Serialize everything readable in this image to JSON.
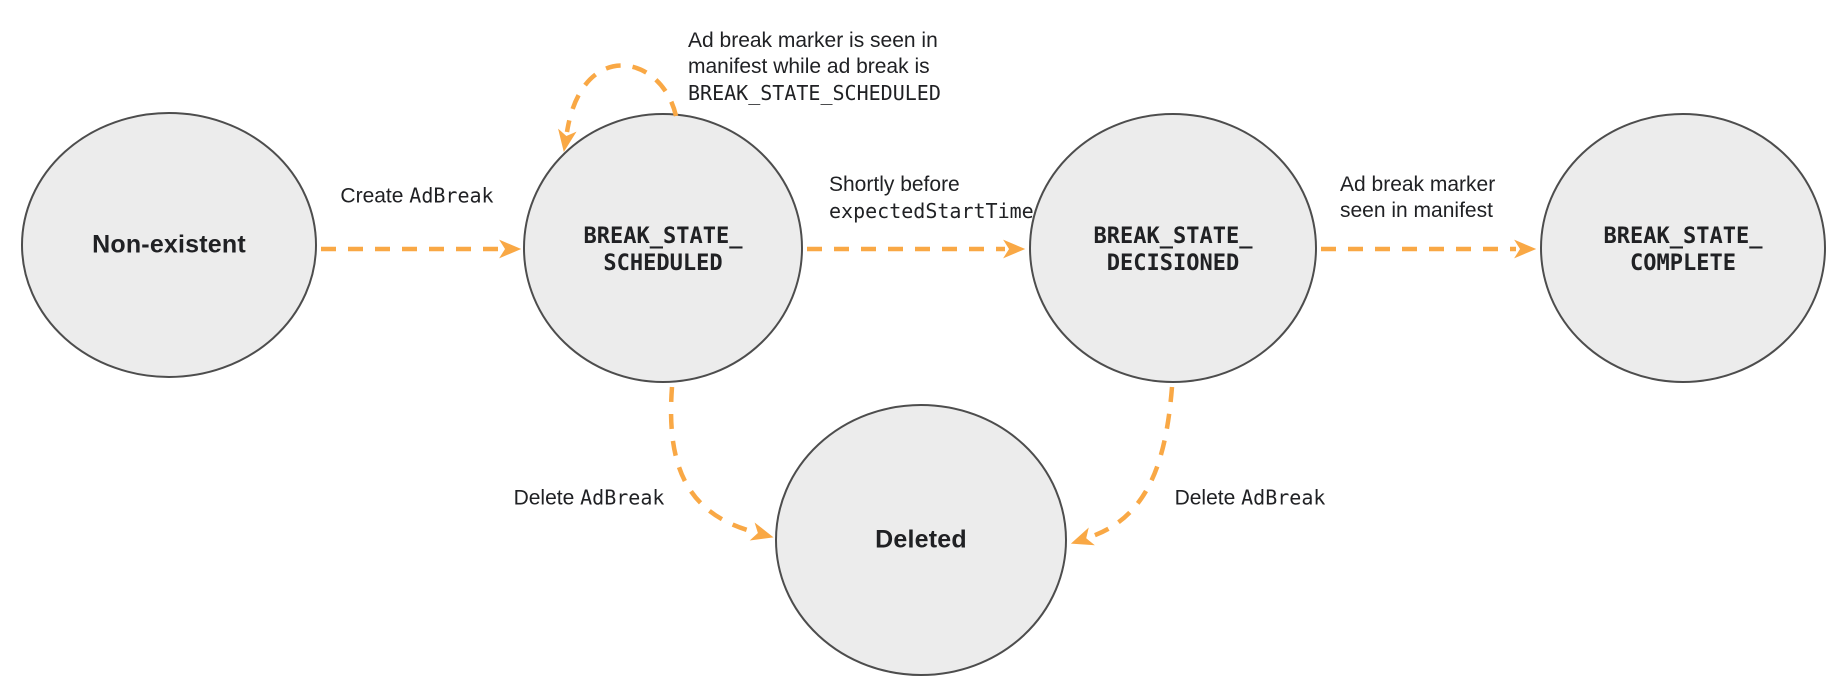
{
  "colors": {
    "arrow": "#F9A845",
    "node_fill": "#ECECEC",
    "node_border": "#4D4D4D",
    "text": "#202124"
  },
  "nodes": {
    "non_existent": {
      "label": "Non-existent"
    },
    "scheduled": {
      "line1": "BREAK_STATE_",
      "line2": "SCHEDULED"
    },
    "decisioned": {
      "line1": "BREAK_STATE_",
      "line2": "DECISIONED"
    },
    "complete": {
      "line1": "BREAK_STATE_",
      "line2": "COMPLETE"
    },
    "deleted": {
      "label": "Deleted"
    }
  },
  "edges": {
    "create_adbreak": {
      "text": "Create",
      "code": "AdBreak"
    },
    "self_loop": {
      "line1": "Ad break marker is seen in",
      "line2": "manifest while ad break is",
      "code": "BREAK_STATE_SCHEDULED"
    },
    "shortly_before": {
      "text": "Shortly before",
      "code": "expectedStartTime"
    },
    "marker_seen": {
      "line1": "Ad break marker",
      "line2": "seen in manifest"
    },
    "delete_left": {
      "text": "Delete",
      "code": "AdBreak"
    },
    "delete_right": {
      "text": "Delete",
      "code": "AdBreak"
    }
  }
}
